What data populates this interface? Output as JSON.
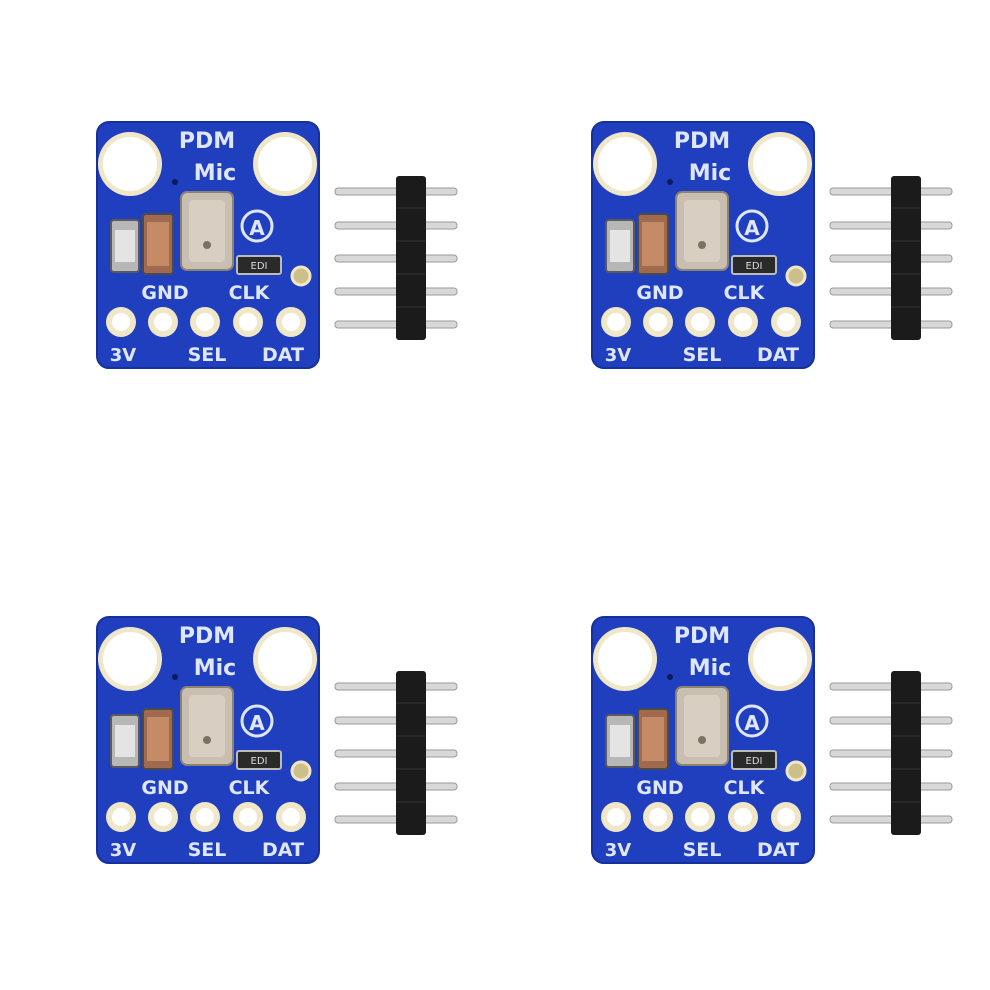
{
  "board": {
    "title_line1": "PDM",
    "title_line2": "Mic",
    "label_gnd": "GND",
    "label_clk": "CLK",
    "label_3v": "3V",
    "label_sel": "SEL",
    "label_dat": "DAT",
    "logo_letter": "A",
    "chip_marking": "EDI"
  },
  "colors": {
    "pcb": "#1f3fbf",
    "pcb_dark": "#12288a",
    "pad": "#efe7c8",
    "header_plastic": "#1b1b1b",
    "header_pin": "#d8d8d8"
  },
  "units": [
    {
      "id": "top-left"
    },
    {
      "id": "top-right"
    },
    {
      "id": "bottom-left"
    },
    {
      "id": "bottom-right"
    }
  ]
}
